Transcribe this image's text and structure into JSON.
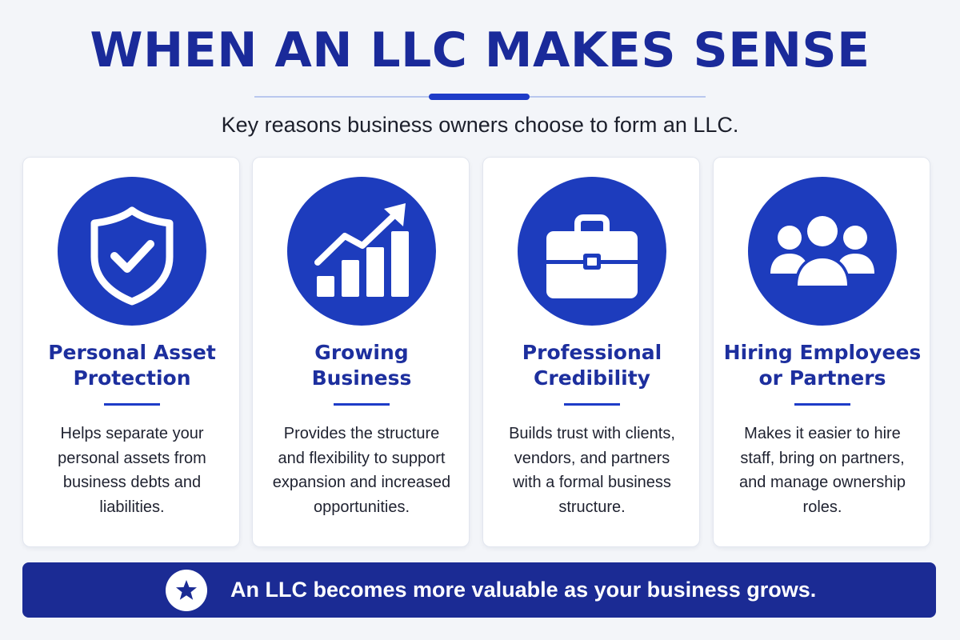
{
  "header": {
    "title": "WHEN AN LLC MAKES SENSE",
    "subtitle": "Key reasons business owners choose to form an LLC."
  },
  "colors": {
    "primary": "#1d3cbd",
    "title": "#1a2a9a",
    "banner": "#1b2b94",
    "background": "#f3f5f9"
  },
  "cards": [
    {
      "icon": "shield-check-icon",
      "title": [
        "Personal Asset",
        "Protection"
      ],
      "description": [
        "Helps separate your",
        "personal assets from",
        "business debts and",
        "liabilities."
      ]
    },
    {
      "icon": "growth-chart-icon",
      "title": [
        "Growing",
        "Business"
      ],
      "description": [
        "Provides the structure",
        "and flexibility to support",
        "expansion and increased",
        "opportunities."
      ]
    },
    {
      "icon": "briefcase-icon",
      "title": [
        "Professional",
        "Credibility"
      ],
      "description": [
        "Builds trust with clients,",
        "vendors, and partners",
        "with a formal business",
        "structure."
      ]
    },
    {
      "icon": "team-icon",
      "title": [
        "Hiring Employees",
        "or Partners"
      ],
      "description": [
        "Makes it easier to hire",
        "staff, bring on partners,",
        "and manage ownership",
        "roles."
      ]
    }
  ],
  "banner": {
    "icon": "star-icon",
    "text": "An LLC becomes more valuable as your business grows."
  }
}
